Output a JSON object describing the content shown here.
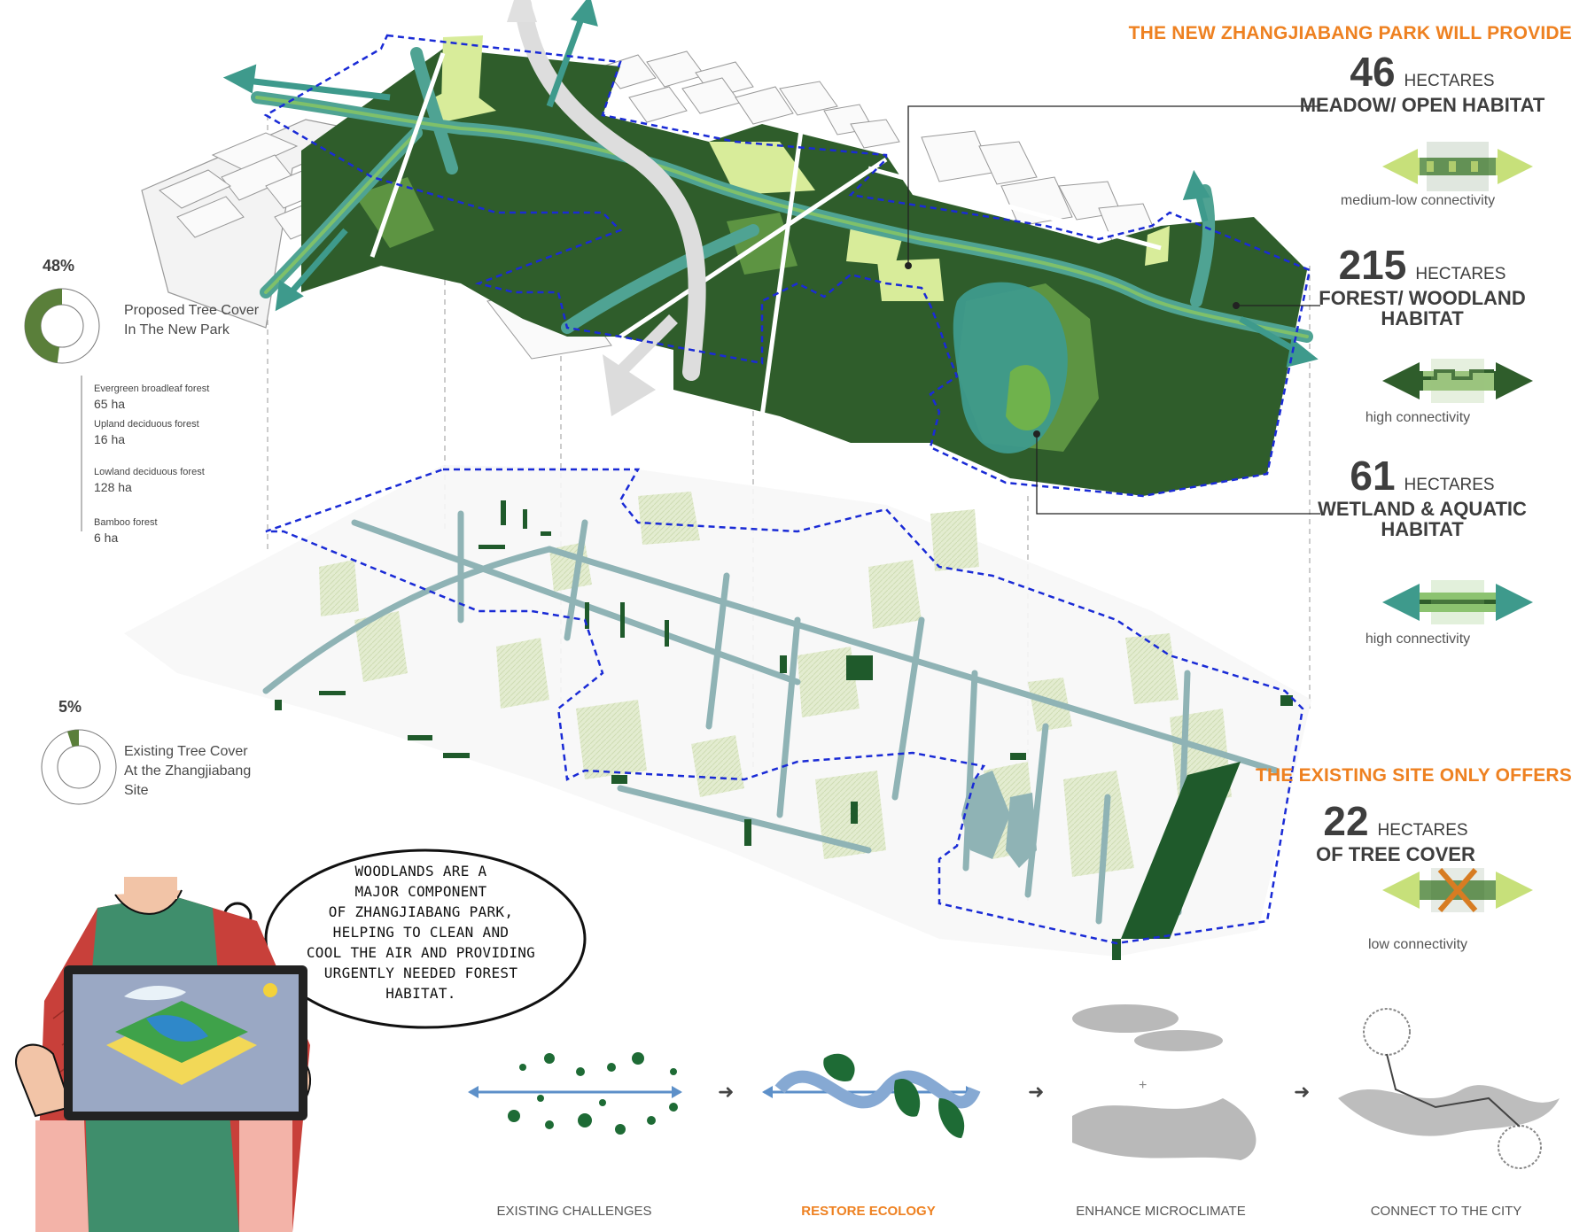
{
  "header": {
    "new_park_heading": "THE NEW ZHANGJIABANG PARK WILL PROVIDE",
    "existing_heading": "THE EXISTING SITE ONLY OFFERS"
  },
  "habitats": [
    {
      "value": "46",
      "unit": "HECTARES",
      "label_line1": "MEADOW/ OPEN HABITAT",
      "label_line2": "",
      "connectivity": "medium-low connectivity"
    },
    {
      "value": "215",
      "unit": "HECTARES",
      "label_line1": "FOREST/ WOODLAND",
      "label_line2": "HABITAT",
      "connectivity": "high connectivity"
    },
    {
      "value": "61",
      "unit": "HECTARES",
      "label_line1": "WETLAND & AQUATIC",
      "label_line2": "HABITAT",
      "connectivity": "high connectivity"
    }
  ],
  "existing": {
    "value": "22",
    "unit": "HECTARES",
    "label": "OF TREE COVER",
    "connectivity": "low connectivity"
  },
  "proposed_cover": {
    "percent_label": "48%",
    "percent": 48,
    "label_line1": "Proposed Tree Cover",
    "label_line2": "In The New Park",
    "forests": [
      {
        "name": "Evergreen broadleaf forest",
        "value": "65 ha"
      },
      {
        "name": "Upland deciduous forest",
        "value": "16 ha"
      },
      {
        "name": "Lowland deciduous forest",
        "value": "128 ha"
      },
      {
        "name": "Bamboo forest",
        "value": "6 ha"
      }
    ]
  },
  "existing_cover": {
    "percent_label": "5%",
    "percent": 5,
    "label_line1": "Existing Tree Cover",
    "label_line2": "At the Zhangjiabang Site"
  },
  "speech": {
    "lines": [
      "WOODLANDS ARE A",
      "MAJOR COMPONENT",
      "OF ZHANGJIABANG PARK,",
      "HELPING TO CLEAN AND",
      "COOL THE AIR AND PROVIDING",
      "URGENTLY NEEDED FOREST",
      "HABITAT."
    ]
  },
  "steps": [
    {
      "label": "EXISTING CHALLENGES"
    },
    {
      "label": "RESTORE ECOLOGY"
    },
    {
      "label": "ENHANCE MICROCLIMATE"
    },
    {
      "label": "CONNECT TO THE CITY"
    }
  ],
  "colors": {
    "accent": "#ee8121",
    "forest": "#2d5e2a",
    "forest_light": "#6aa84f",
    "meadow": "#d8ec9a",
    "water": "#3e9a8c",
    "boundary": "#1a2bd6"
  }
}
